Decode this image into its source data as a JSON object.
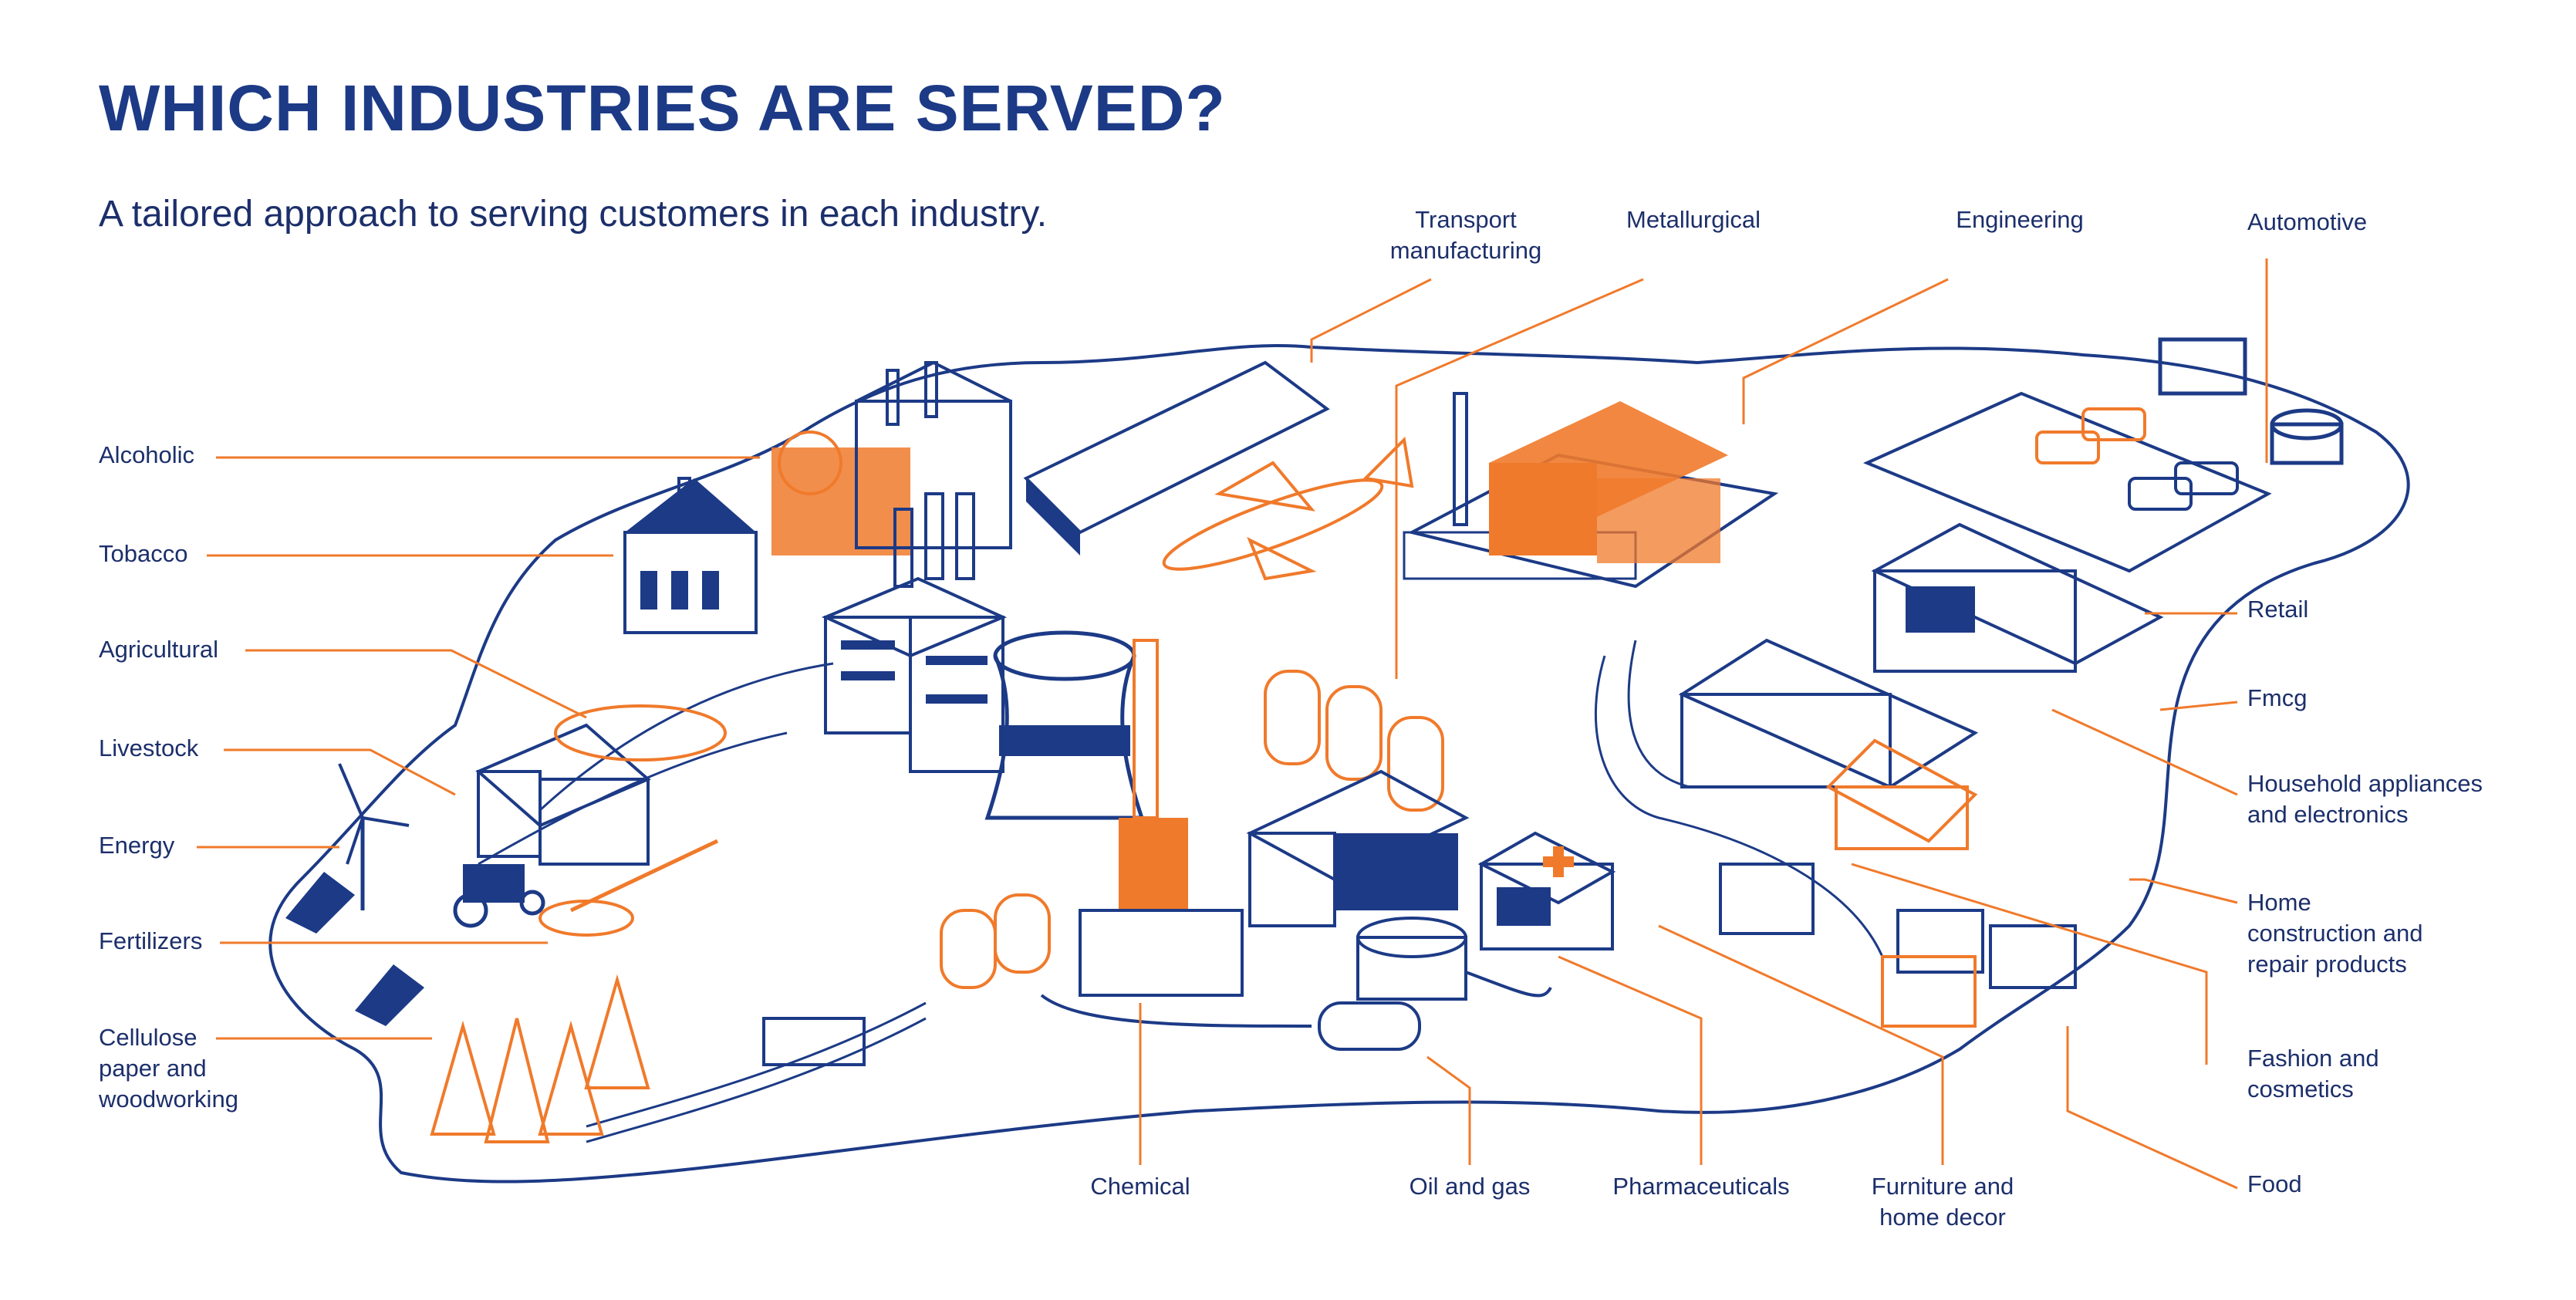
{
  "title": "WHICH INDUSTRIES ARE SERVED?",
  "subtitle": "A tailored approach to serving customers in each industry.",
  "colors": {
    "navy": "#1c3a86",
    "orange": "#f07a2b",
    "background": "#ffffff"
  },
  "labels": {
    "left": [
      {
        "lines": [
          "Alcoholic"
        ]
      },
      {
        "lines": [
          "Tobacco"
        ]
      },
      {
        "lines": [
          "Agricultural"
        ]
      },
      {
        "lines": [
          "Livestock"
        ]
      },
      {
        "lines": [
          "Energy"
        ]
      },
      {
        "lines": [
          "Fertilizers"
        ]
      },
      {
        "lines": [
          "Cellulose",
          "paper and",
          "woodworking"
        ]
      }
    ],
    "top": [
      {
        "lines": [
          "Transport",
          "manufacturing"
        ]
      },
      {
        "lines": [
          "Metallurgical"
        ]
      },
      {
        "lines": [
          "Engineering"
        ]
      },
      {
        "lines": [
          "Automotive"
        ]
      }
    ],
    "right": [
      {
        "lines": [
          "Retail"
        ]
      },
      {
        "lines": [
          "Fmcg"
        ]
      },
      {
        "lines": [
          "Household appliances",
          "and electronics"
        ]
      },
      {
        "lines": [
          "Home",
          "construction and",
          "repair products"
        ]
      },
      {
        "lines": [
          "Fashion and",
          "cosmetics"
        ]
      },
      {
        "lines": [
          "Food"
        ]
      }
    ],
    "bottom": [
      {
        "lines": [
          "Chemical"
        ]
      },
      {
        "lines": [
          "Oil and gas"
        ]
      },
      {
        "lines": [
          "Pharmaceuticals"
        ]
      },
      {
        "lines": [
          "Furniture and",
          "home decor"
        ]
      }
    ]
  }
}
